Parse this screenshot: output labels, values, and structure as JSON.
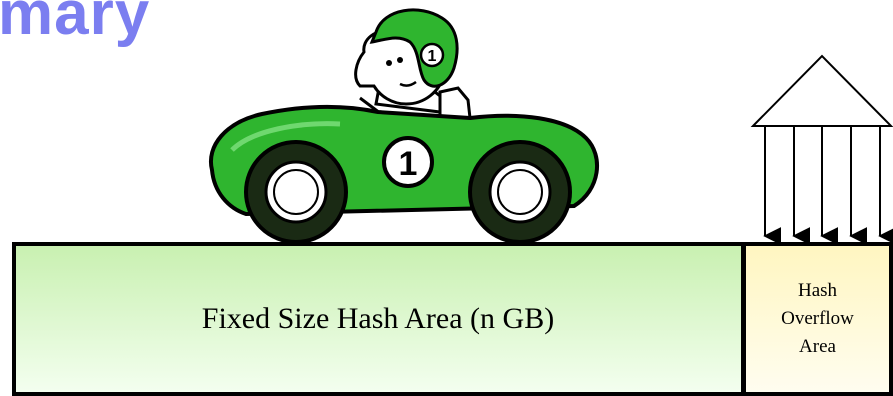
{
  "title": "mary",
  "fixed_area": {
    "label": "Fixed Size Hash Area (n GB)",
    "fill_top": "#c8f0b0",
    "fill_bottom": "#f4fff0"
  },
  "overflow_area": {
    "lines": [
      "Hash",
      "Overflow",
      "Area"
    ],
    "fill": "#fffbd8"
  },
  "car": {
    "number": "1",
    "body_color": "#2fb52f",
    "icon": "race-car-icon"
  },
  "building": {
    "icon": "columned-temple-icon"
  }
}
